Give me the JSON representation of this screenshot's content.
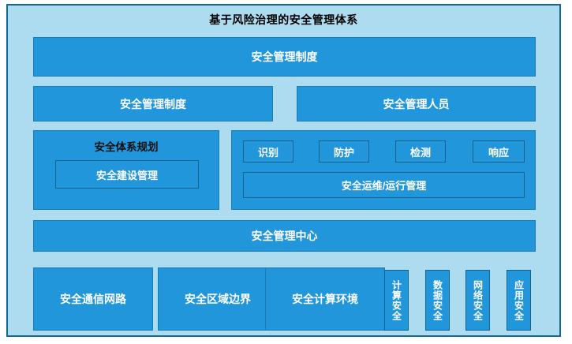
{
  "diagram": {
    "title": "基于风险治理的安全管理体系",
    "colors": {
      "frame_background": "#addbef",
      "frame_border": "#17688f",
      "box_fill": "#2196db",
      "box_border": "#1b7cb6",
      "box_text": "#ffffff",
      "title_text": "#000000"
    },
    "row_policy": {
      "label": "安全管理制度"
    },
    "row_halves": [
      {
        "label": "安全管理制度"
      },
      {
        "label": "安全管理人员"
      }
    ],
    "row_middle": {
      "planning_panel": {
        "title": "安全体系规划",
        "inner_label": "安全建设管理"
      },
      "operations_panel": {
        "chips": [
          {
            "label": "识别"
          },
          {
            "label": "防护"
          },
          {
            "label": "检测"
          },
          {
            "label": "响应"
          }
        ],
        "band_label": "安全运维/运行管理"
      }
    },
    "row_center": {
      "label": "安全管理中心"
    },
    "row_bottom": {
      "wide_boxes": [
        {
          "label": "安全通信网路"
        },
        {
          "label": "安全区域边界"
        },
        {
          "label": "安全计算环境"
        }
      ],
      "vertical_boxes": [
        {
          "label": "计算安全"
        },
        {
          "label": "数据安全"
        },
        {
          "label": "网络安全"
        },
        {
          "label": "应用安全"
        }
      ]
    }
  }
}
